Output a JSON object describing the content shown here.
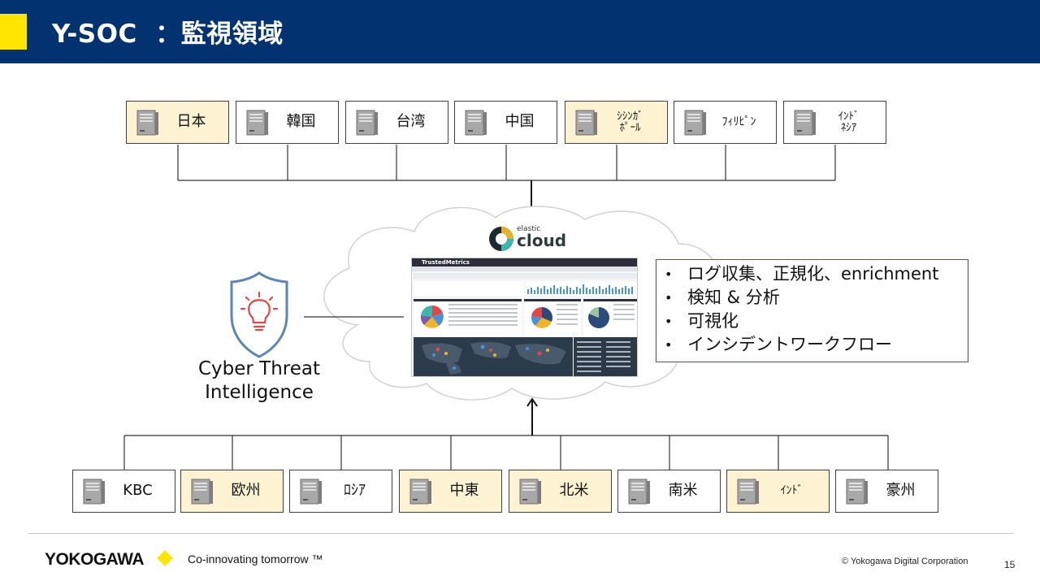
{
  "header": {
    "title": "Y-SOC  ：監視領域"
  },
  "colors": {
    "header_bg": "#033271",
    "header_accent": "#ffe500",
    "highlight_box": "#fdf3d3",
    "feature_border": "#b03030",
    "shield_blue": "#5b87b5",
    "bulb_red": "#e04848"
  },
  "top_regions": [
    {
      "label": "日本",
      "highlight": true
    },
    {
      "label": "韓国",
      "highlight": false
    },
    {
      "label": "台湾",
      "highlight": false
    },
    {
      "label": "中国",
      "highlight": false
    },
    {
      "label": "ｼｼﾝｶﾞ\nﾎﾟｰﾙ",
      "highlight": true
    },
    {
      "label": "ﾌｨﾘﾋﾟﾝ",
      "highlight": false
    },
    {
      "label": "ｲﾝﾄﾞ\nﾈｼｱ",
      "highlight": false
    }
  ],
  "bottom_regions": [
    {
      "label": "KBC",
      "highlight": false
    },
    {
      "label": "欧州",
      "highlight": true
    },
    {
      "label": "ﾛｼｱ",
      "highlight": false
    },
    {
      "label": "中東",
      "highlight": true
    },
    {
      "label": "北米",
      "highlight": true
    },
    {
      "label": "南米",
      "highlight": false
    },
    {
      "label": "ｲﾝﾄﾞ",
      "highlight": true
    },
    {
      "label": "豪州",
      "highlight": false
    }
  ],
  "elastic": {
    "small": "elastic",
    "big": "cloud",
    "dashboard_brand": "TrustedMetrics"
  },
  "features": [
    "ログ収集、正規化、enrichment",
    "検知 & 分析",
    "可視化",
    "インシデントワークフロー"
  ],
  "cti": {
    "label": "Cyber Threat\nIntelligence"
  },
  "footer": {
    "logo": "YOKOGAWA",
    "tagline": "Co-innovating tomorrow ™",
    "copyright": "© Yokogawa Digital Corporation",
    "page_number": "15"
  }
}
